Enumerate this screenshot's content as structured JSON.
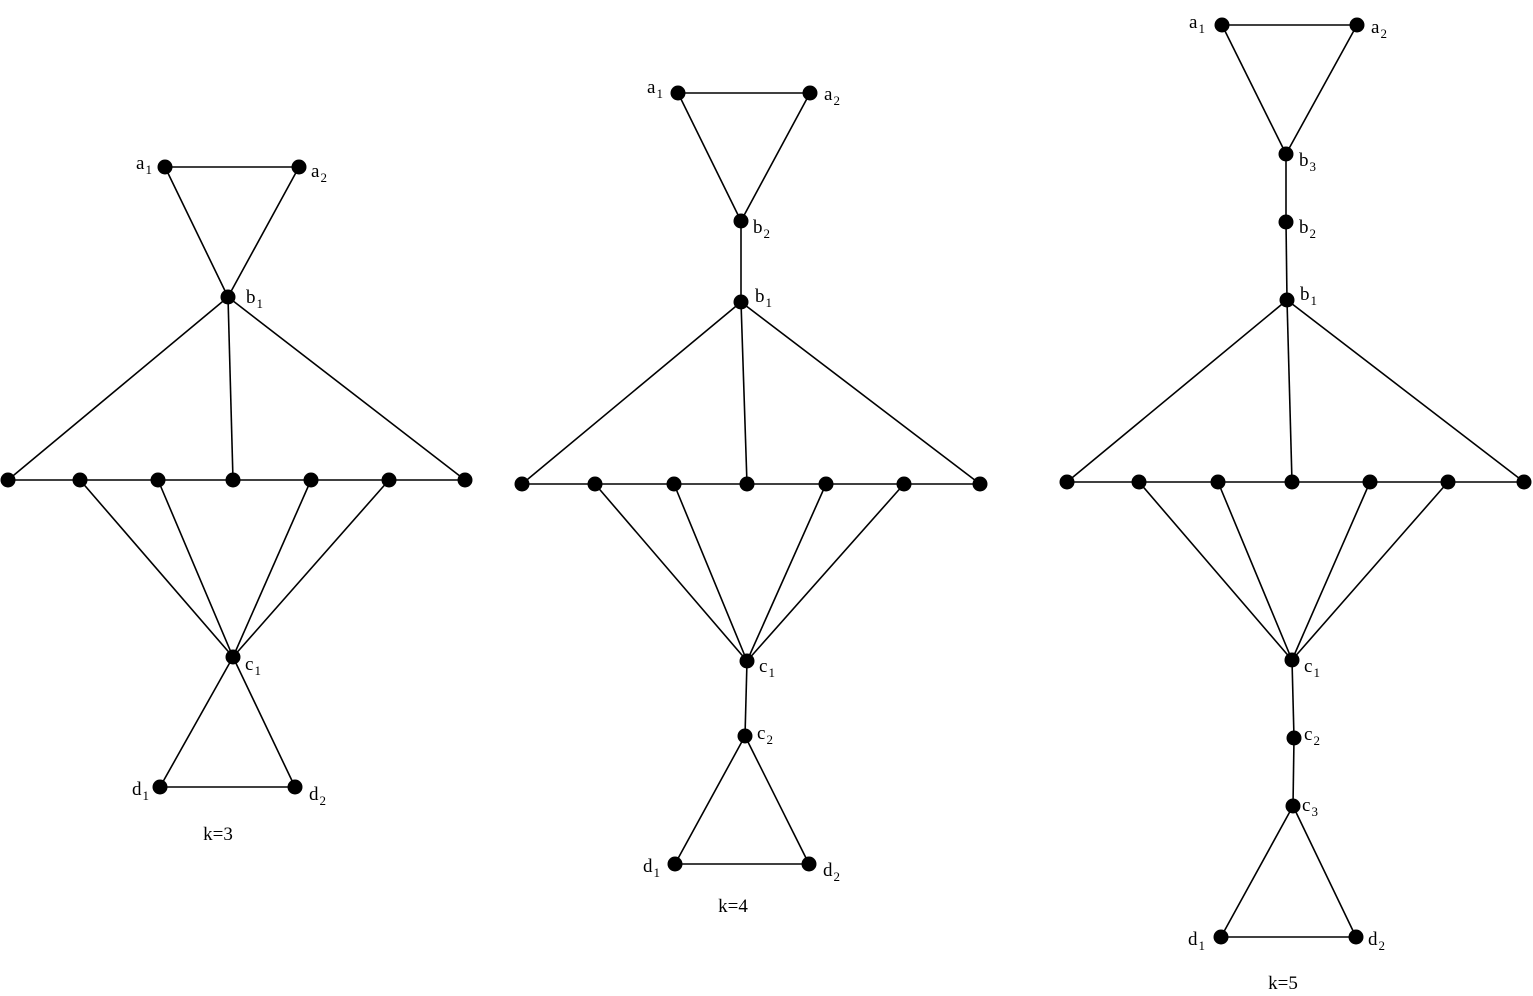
{
  "colors": {
    "ink": "#000000",
    "background": "#ffffff"
  },
  "graphs": [
    {
      "id": "k3",
      "caption": "k=3",
      "vertices": [
        {
          "id": "a1",
          "label": "a",
          "sub": "1"
        },
        {
          "id": "a2",
          "label": "a",
          "sub": "2"
        },
        {
          "id": "b1",
          "label": "b",
          "sub": "1"
        },
        {
          "id": "r1"
        },
        {
          "id": "r2"
        },
        {
          "id": "r3"
        },
        {
          "id": "r4"
        },
        {
          "id": "r5"
        },
        {
          "id": "r6"
        },
        {
          "id": "r7"
        },
        {
          "id": "c1",
          "label": "c",
          "sub": "1"
        },
        {
          "id": "d1",
          "label": "d",
          "sub": "1"
        },
        {
          "id": "d2",
          "label": "d",
          "sub": "2"
        }
      ],
      "edges": [
        [
          "a1",
          "a2"
        ],
        [
          "a1",
          "b1"
        ],
        [
          "a2",
          "b1"
        ],
        [
          "b1",
          "r1"
        ],
        [
          "b1",
          "r4"
        ],
        [
          "b1",
          "r7"
        ],
        [
          "r1",
          "r2"
        ],
        [
          "r2",
          "r3"
        ],
        [
          "r3",
          "r4"
        ],
        [
          "r4",
          "r5"
        ],
        [
          "r5",
          "r6"
        ],
        [
          "r6",
          "r7"
        ],
        [
          "r2",
          "c1"
        ],
        [
          "r3",
          "c1"
        ],
        [
          "r5",
          "c1"
        ],
        [
          "r6",
          "c1"
        ],
        [
          "c1",
          "d1"
        ],
        [
          "c1",
          "d2"
        ],
        [
          "d1",
          "d2"
        ]
      ]
    },
    {
      "id": "k4",
      "caption": "k=4",
      "vertices": [
        {
          "id": "a1",
          "label": "a",
          "sub": "1"
        },
        {
          "id": "a2",
          "label": "a",
          "sub": "2"
        },
        {
          "id": "b2",
          "label": "b",
          "sub": "2"
        },
        {
          "id": "b1",
          "label": "b",
          "sub": "1"
        },
        {
          "id": "r1"
        },
        {
          "id": "r2"
        },
        {
          "id": "r3"
        },
        {
          "id": "r4"
        },
        {
          "id": "r5"
        },
        {
          "id": "r6"
        },
        {
          "id": "r7"
        },
        {
          "id": "c1",
          "label": "c",
          "sub": "1"
        },
        {
          "id": "c2",
          "label": "c",
          "sub": "2"
        },
        {
          "id": "d1",
          "label": "d",
          "sub": "1"
        },
        {
          "id": "d2",
          "label": "d",
          "sub": "2"
        }
      ],
      "edges": [
        [
          "a1",
          "a2"
        ],
        [
          "a1",
          "b2"
        ],
        [
          "a2",
          "b2"
        ],
        [
          "b2",
          "b1"
        ],
        [
          "b1",
          "r1"
        ],
        [
          "b1",
          "r4"
        ],
        [
          "b1",
          "r7"
        ],
        [
          "r1",
          "r2"
        ],
        [
          "r2",
          "r3"
        ],
        [
          "r3",
          "r4"
        ],
        [
          "r4",
          "r5"
        ],
        [
          "r5",
          "r6"
        ],
        [
          "r6",
          "r7"
        ],
        [
          "r2",
          "c1"
        ],
        [
          "r3",
          "c1"
        ],
        [
          "r5",
          "c1"
        ],
        [
          "r6",
          "c1"
        ],
        [
          "c1",
          "c2"
        ],
        [
          "c2",
          "d1"
        ],
        [
          "c2",
          "d2"
        ],
        [
          "d1",
          "d2"
        ]
      ]
    },
    {
      "id": "k5",
      "caption": "k=5",
      "vertices": [
        {
          "id": "a1",
          "label": "a",
          "sub": "1"
        },
        {
          "id": "a2",
          "label": "a",
          "sub": "2"
        },
        {
          "id": "b3",
          "label": "b",
          "sub": "3"
        },
        {
          "id": "b2",
          "label": "b",
          "sub": "2"
        },
        {
          "id": "b1",
          "label": "b",
          "sub": "1"
        },
        {
          "id": "r1"
        },
        {
          "id": "r2"
        },
        {
          "id": "r3"
        },
        {
          "id": "r4"
        },
        {
          "id": "r5"
        },
        {
          "id": "r6"
        },
        {
          "id": "r7"
        },
        {
          "id": "c1",
          "label": "c",
          "sub": "1"
        },
        {
          "id": "c2",
          "label": "c",
          "sub": "2"
        },
        {
          "id": "c3",
          "label": "c",
          "sub": "3"
        },
        {
          "id": "d1",
          "label": "d",
          "sub": "1"
        },
        {
          "id": "d2",
          "label": "d",
          "sub": "2"
        }
      ],
      "edges": [
        [
          "a1",
          "a2"
        ],
        [
          "a1",
          "b3"
        ],
        [
          "a2",
          "b3"
        ],
        [
          "b3",
          "b2"
        ],
        [
          "b2",
          "b1"
        ],
        [
          "b1",
          "r1"
        ],
        [
          "b1",
          "r4"
        ],
        [
          "b1",
          "r7"
        ],
        [
          "r1",
          "r2"
        ],
        [
          "r2",
          "r3"
        ],
        [
          "r3",
          "r4"
        ],
        [
          "r4",
          "r5"
        ],
        [
          "r5",
          "r6"
        ],
        [
          "r6",
          "r7"
        ],
        [
          "r2",
          "c1"
        ],
        [
          "r3",
          "c1"
        ],
        [
          "r5",
          "c1"
        ],
        [
          "r6",
          "c1"
        ],
        [
          "c1",
          "c2"
        ],
        [
          "c2",
          "c3"
        ],
        [
          "c3",
          "d1"
        ],
        [
          "c3",
          "d2"
        ],
        [
          "d1",
          "d2"
        ]
      ]
    }
  ]
}
